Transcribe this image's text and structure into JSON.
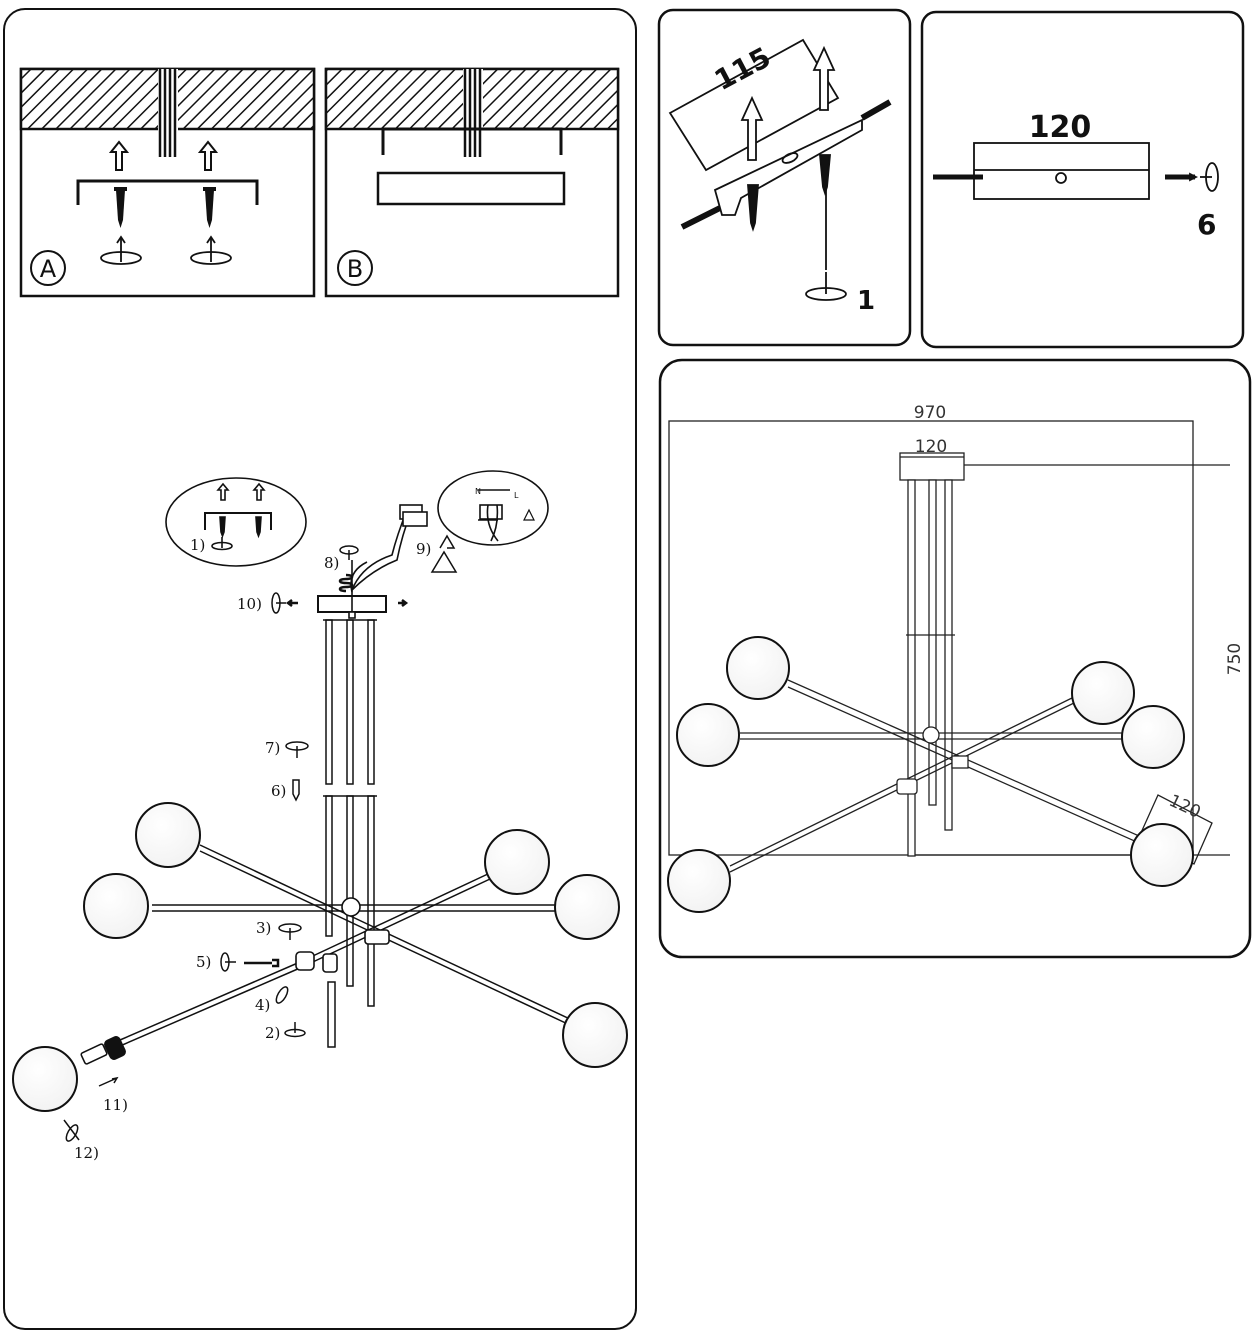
{
  "panels": {
    "assembly": {
      "inset_a_label": "A",
      "inset_b_label": "B",
      "steps": {
        "s1": "1)",
        "s2": "2)",
        "s3": "3)",
        "s4": "4)",
        "s5": "5)",
        "s6": "6)",
        "s7": "7)",
        "s8": "8)",
        "s9": "9)",
        "s10": "10)",
        "s11": "11)",
        "s12": "12)"
      },
      "wiring": {
        "neutral": "N",
        "live": "L"
      }
    },
    "bracket": {
      "width_label": "115",
      "screw_count": "1"
    },
    "canopy": {
      "width_label": "120",
      "screw_count": "6"
    },
    "dimensions": {
      "total_width": "970",
      "canopy_width": "120",
      "height": "750",
      "globe_size": "120"
    }
  }
}
